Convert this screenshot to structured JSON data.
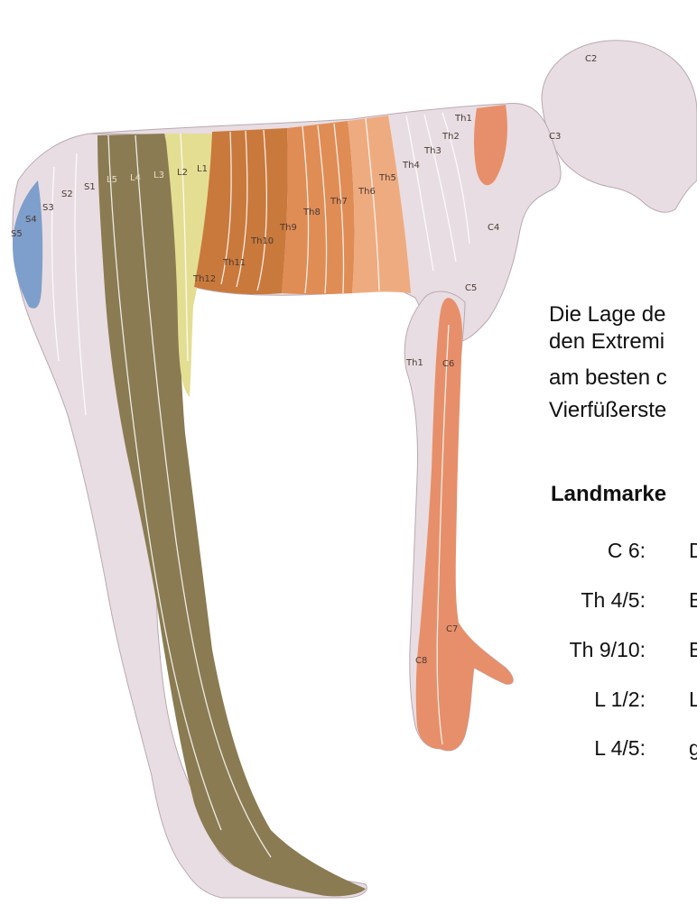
{
  "figure": {
    "segment_labels": {
      "C2": "C2",
      "C3": "C3",
      "C4": "C4",
      "C5": "C5",
      "C6": "C6",
      "C7": "C7",
      "C8": "C8",
      "Th1_chest": "Th1",
      "Th1_arm": "Th1",
      "Th2": "Th2",
      "Th3": "Th3",
      "Th4": "Th4",
      "Th5": "Th5",
      "Th6": "Th6",
      "Th7": "Th7",
      "Th8": "Th8",
      "Th9": "Th9",
      "Th10": "Th10",
      "Th11": "Th11",
      "Th12": "Th12",
      "L1": "L1",
      "L2": "L2",
      "L3": "L3",
      "L4": "L4",
      "L5": "L5",
      "S1": "S1",
      "S2": "S2",
      "S3": "S3",
      "S4": "S4",
      "S5": "S5"
    },
    "colors": {
      "skin": "#e8dde2",
      "lumbar_L4_L5": "#8a7b52",
      "lumbar_L1_L2": "#e4de93",
      "thoracic_dark": "#c9793c",
      "thoracic_mid": "#e08c55",
      "thoracic_light": "#efab80",
      "cervical": "#e78f6a",
      "sacral_S4_S5": "#7e9fcb"
    }
  },
  "text": {
    "para_line1": "Die Lage de",
    "para_line2": "den Extremi",
    "para_line3": "am besten c",
    "para_line4": "Vierfüßerste",
    "landmarks_heading": "Landmarke",
    "landmarks": [
      {
        "segment": "C 6:",
        "value": "D"
      },
      {
        "segment": "Th 4/5:",
        "value": "B"
      },
      {
        "segment": "Th 9/10:",
        "value": "B"
      },
      {
        "segment": "L 1/2:",
        "value": "L"
      },
      {
        "segment": "L 4/5:",
        "value": "g"
      }
    ]
  }
}
